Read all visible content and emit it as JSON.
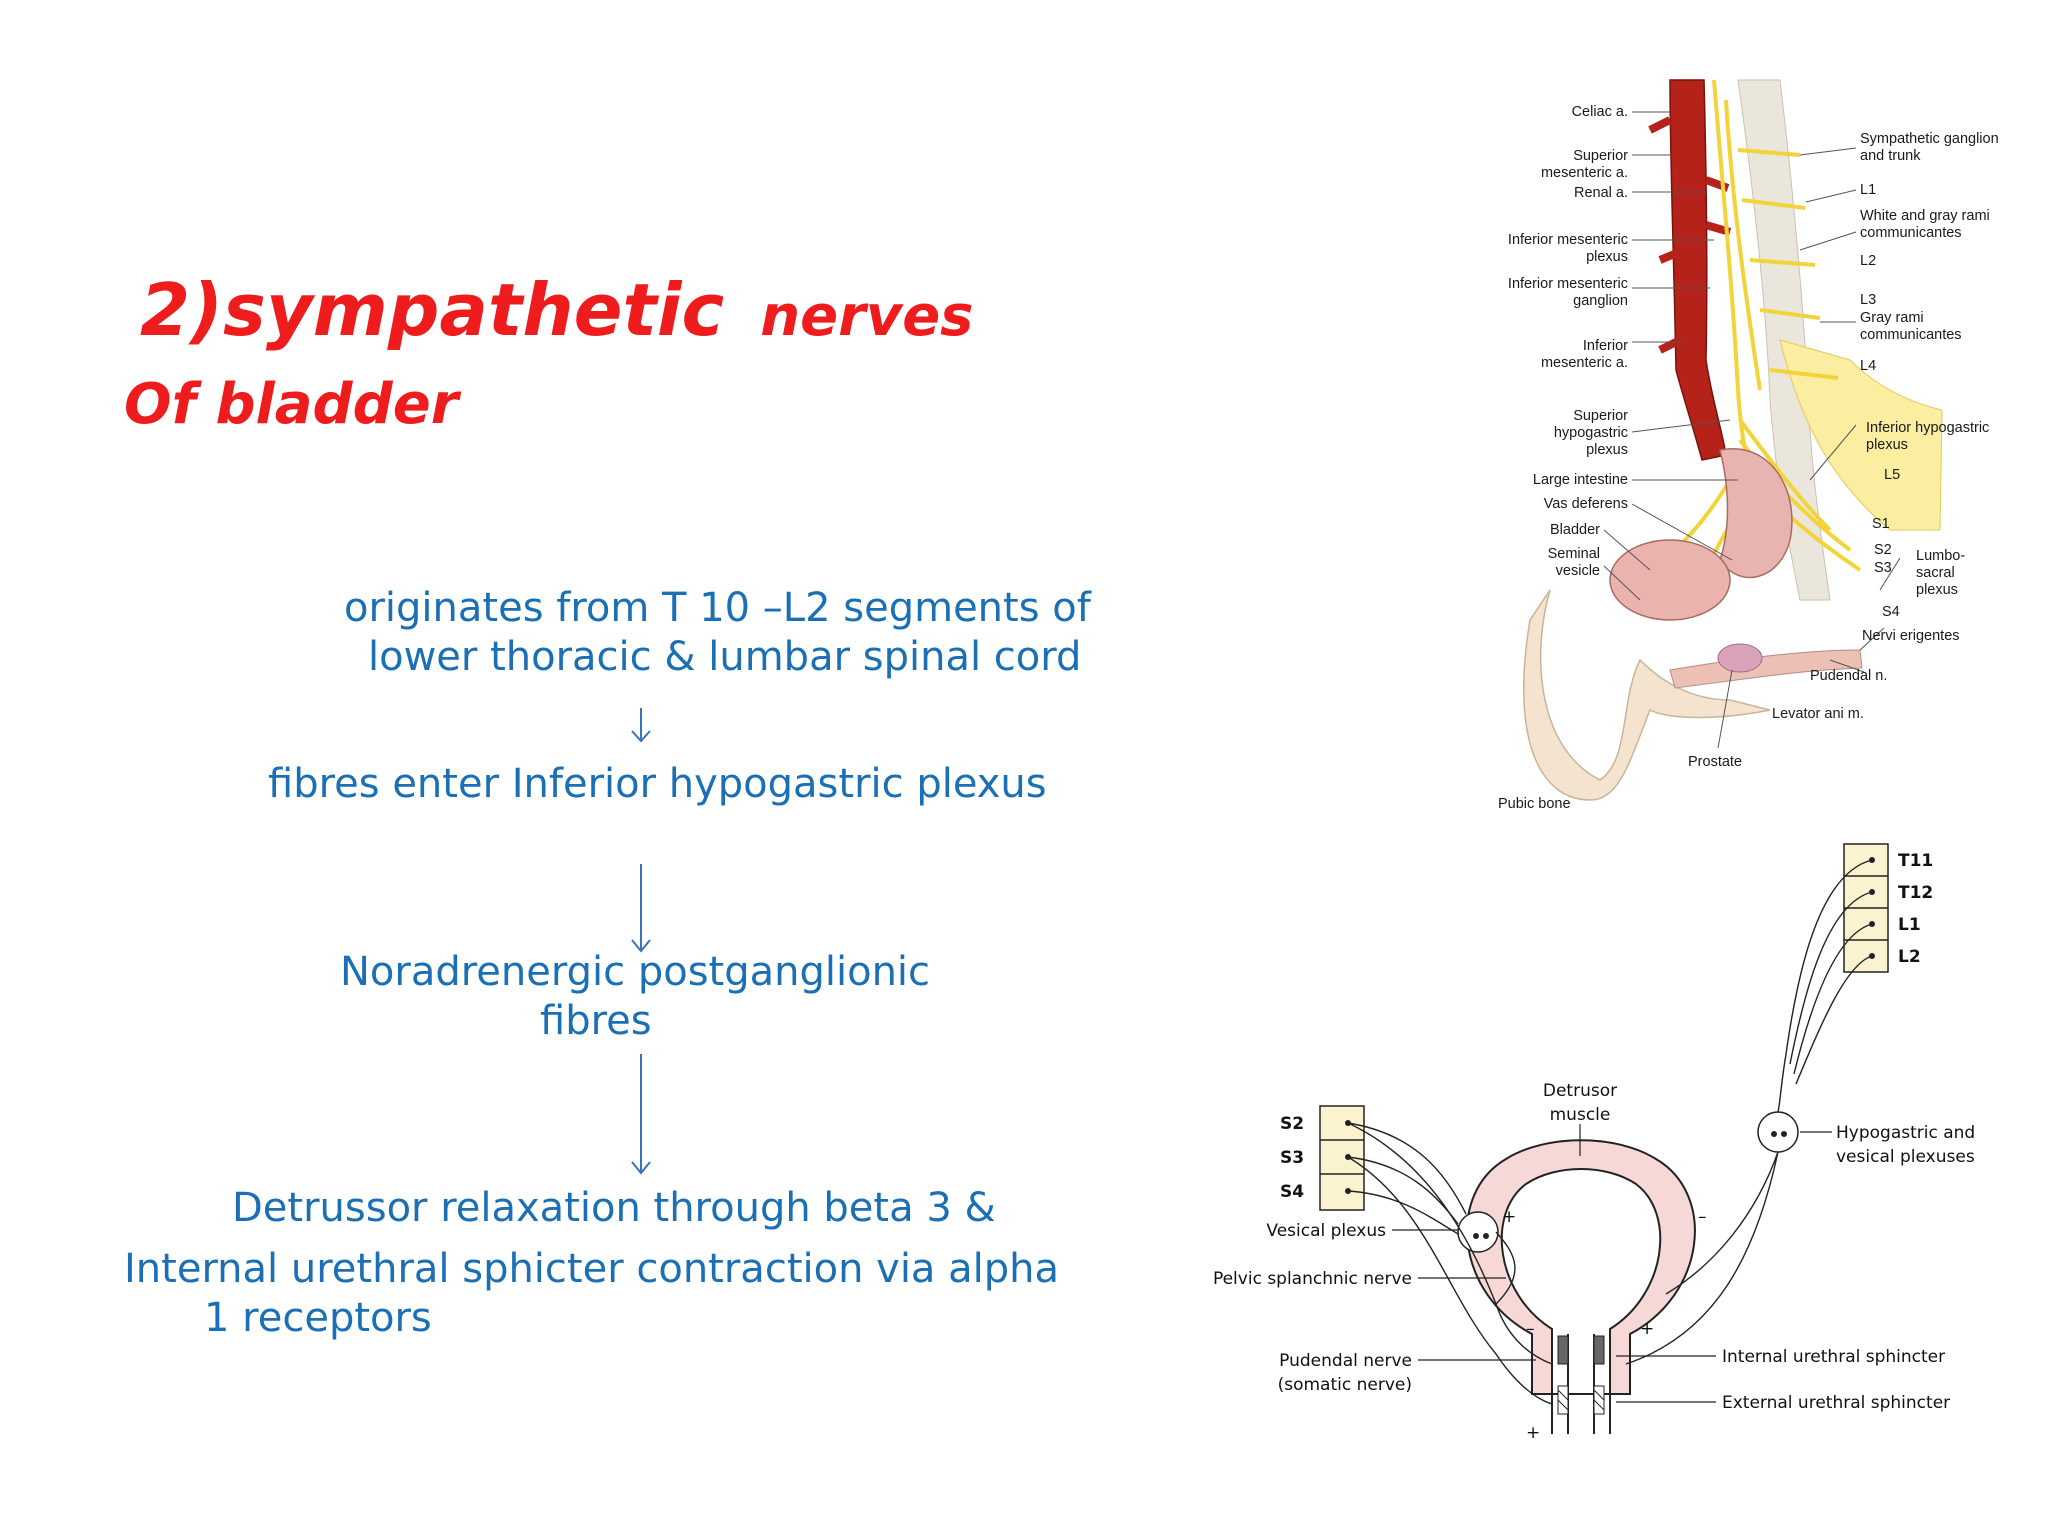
{
  "title": {
    "line1_main": "2)sympathetic",
    "line1_suffix": "nerves",
    "line2": "Of bladder"
  },
  "flow": {
    "step1_line1": "originates from T 10 –L2 segments of",
    "step1_line2": "lower thoracic & lumbar spinal cord",
    "step2": "fibres enter Inferior hypogastric plexus",
    "step3_line1": "Noradrenergic postganglionic",
    "step3_line2": "fibres",
    "step4_line1": "Detrussor relaxation through beta 3 &",
    "step4_line2": "Internal urethral sphicter contraction via alpha",
    "step4_line3": "1  receptors"
  },
  "anatomy_figure": {
    "labels_left": {
      "celiac": "Celiac a.",
      "superior_mesenteric_1": "Superior",
      "superior_mesenteric_2": "mesenteric a.",
      "renal": "Renal a.",
      "inf_mes_plexus_1": "Inferior mesenteric",
      "inf_mes_plexus_2": "plexus",
      "inf_mes_ganglion_1": "Inferior mesenteric",
      "inf_mes_ganglion_2": "ganglion",
      "inf_mes_a_1": "Inferior",
      "inf_mes_a_2": "mesenteric a.",
      "sup_hypo_1": "Superior",
      "sup_hypo_2": "hypogastric",
      "sup_hypo_3": "plexus",
      "large_intestine": "Large intestine",
      "vas_deferens": "Vas deferens",
      "bladder": "Bladder",
      "seminal_1": "Seminal",
      "seminal_2": "vesicle",
      "pubic_bone": "Pubic bone",
      "prostate": "Prostate"
    },
    "labels_right": {
      "symp_ganglion_1": "Sympathetic ganglion",
      "symp_ganglion_2": "and trunk",
      "l1": "L1",
      "white_gray_1": "White and gray rami",
      "white_gray_2": "communicantes",
      "l2": "L2",
      "l3": "L3",
      "gray_rami_1": "Gray rami",
      "gray_rami_2": "communicantes",
      "l4": "L4",
      "inf_hypo_1": "Inferior hypogastric",
      "inf_hypo_2": "plexus",
      "l5": "L5",
      "s1": "S1",
      "s2": "S2",
      "s3": "S3",
      "s4": "S4",
      "lumbo_1": "Lumbo-",
      "lumbo_2": "sacral",
      "lumbo_3": "plexus",
      "nervi": "Nervi erigentes",
      "pudendal": "Pudendal n.",
      "levator": "Levator ani m."
    }
  },
  "schematic_figure": {
    "segments_top": [
      "T11",
      "T12",
      "L1",
      "L2"
    ],
    "segments_left": [
      "S2",
      "S3",
      "S4"
    ],
    "detrusor_1": "Detrusor",
    "detrusor_2": "muscle",
    "vesical_plexus": "Vesical plexus",
    "pelvic_splanchnic": "Pelvic splanchnic nerve",
    "pudendal_1": "Pudendal nerve",
    "pudendal_2": "(somatic nerve)",
    "hypogastric_1": "Hypogastric and",
    "hypogastric_2": "vesical plexuses",
    "internal_sphincter": "Internal urethral sphincter",
    "external_sphincter": "External urethral sphincter",
    "plus": "+",
    "minus": "–"
  },
  "colors": {
    "title_red": "#ee1c1c",
    "text_blue": "#1a6fb5",
    "artery_red": "#b5221a",
    "nerve_yellow": "#f2d43a"
  }
}
